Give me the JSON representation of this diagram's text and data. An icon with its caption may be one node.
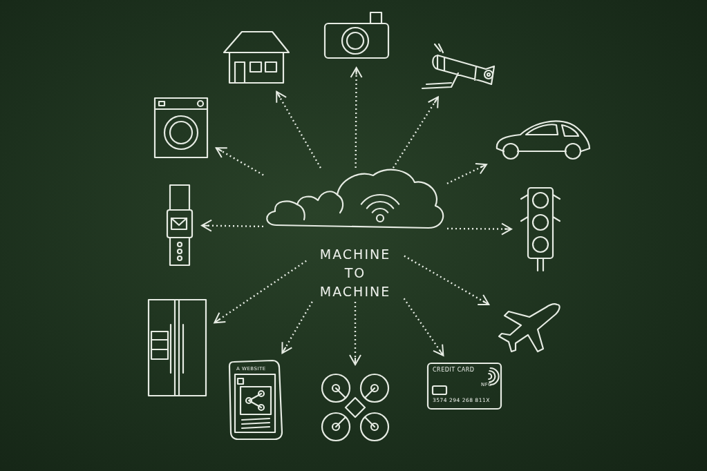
{
  "diagram": {
    "nodes": [
      {
        "text": [
          "MACHINE TO MACHINE"
        ]
      },
      {
        "text": [],
        "shape": "picture"
      },
      {
        "text": [],
        "shape": "picture"
      },
      {
        "text": [],
        "shape": "picture"
      },
      {
        "text": [],
        "shape": "picture"
      },
      {
        "text": [],
        "shape": "picture"
      },
      {
        "text": [],
        "shape": "picture"
      },
      {
        "text": [
          "CREDIT CARD",
          "NFC",
          "3574 294 268 811X"
        ]
      },
      {
        "text": [],
        "shape": "picture"
      },
      {
        "text": [
          "A WEBSITE"
        ]
      },
      {
        "text": [],
        "shape": "picture"
      },
      {
        "text": [],
        "shape": "picture"
      },
      {
        "text": [],
        "shape": "picture"
      }
    ],
    "edges": [
      {
        "from": 0,
        "to": 1,
        "arrow": "to"
      },
      {
        "from": 0,
        "to": 2,
        "arrow": "to"
      },
      {
        "from": 0,
        "to": 3,
        "arrow": "to"
      },
      {
        "from": 0,
        "to": 4,
        "arrow": "to"
      },
      {
        "from": 0,
        "to": 5,
        "arrow": "to"
      },
      {
        "from": 0,
        "to": 6,
        "arrow": "to"
      },
      {
        "from": 0,
        "to": 7,
        "arrow": "to"
      },
      {
        "from": 0,
        "to": 8,
        "arrow": "to"
      },
      {
        "from": 0,
        "to": 9,
        "arrow": "to"
      },
      {
        "from": 0,
        "to": 10,
        "arrow": "to"
      },
      {
        "from": 0,
        "to": 11,
        "arrow": "to"
      },
      {
        "from": 0,
        "to": 12,
        "arrow": "to"
      }
    ]
  }
}
